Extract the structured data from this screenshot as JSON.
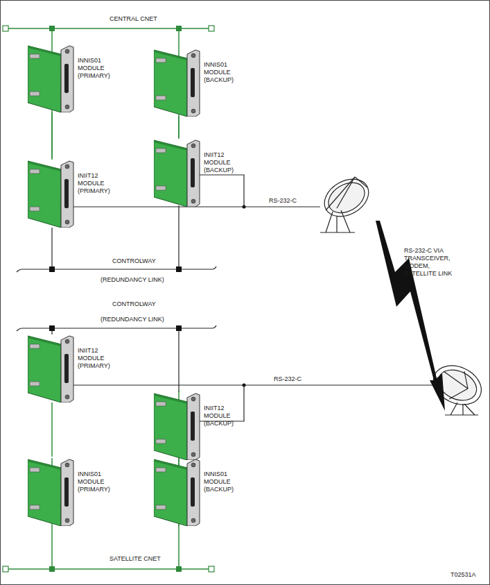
{
  "diagram": {
    "nodes": [
      {
        "text": [
          "INNIS01 MODULE (PRIMARY)"
        ]
      },
      {
        "text": [
          "INNIS01 MODULE (BACKUP)"
        ]
      },
      {
        "text": [
          "INIIT12 MODULE (BACKUP)"
        ]
      },
      {
        "text": [
          "INIIT12 MODULE (PRIMARY)"
        ]
      },
      {
        "text": [
          "INIIT12 MODULE (PRIMARY)"
        ]
      },
      {
        "text": [
          "INIIT12 MODULE (BACKUP)"
        ]
      },
      {
        "text": [
          "INNIS01 MODULE (PRIMARY)"
        ]
      },
      {
        "text": [
          "INNIS01 MODULE (BACKUP)"
        ]
      }
    ],
    "edges": [
      {
        "from": 0,
        "to": 3,
        "arrow": "none"
      },
      {
        "from": 1,
        "to": 2,
        "arrow": "none"
      },
      {
        "from": 3,
        "to": 2,
        "arrow": "none"
      },
      {
        "from": 4,
        "to": 6,
        "arrow": "none"
      },
      {
        "from": 5,
        "to": 7,
        "arrow": "none"
      },
      {
        "from": 4,
        "to": 5,
        "arrow": "none"
      }
    ],
    "labels": [
      "CENTRAL CNET",
      "CONTROLWAY",
      "(REDUNDANCY LINK)",
      "RS-232-C",
      "RS-232-C VIA TRANSCEIVER, MODEM, SATELLITE LINK",
      "CONTROLWAY",
      "(REDUNDANCY LINK)",
      "RS-232-C",
      "SATELLITE CNET",
      "T02531A"
    ]
  }
}
